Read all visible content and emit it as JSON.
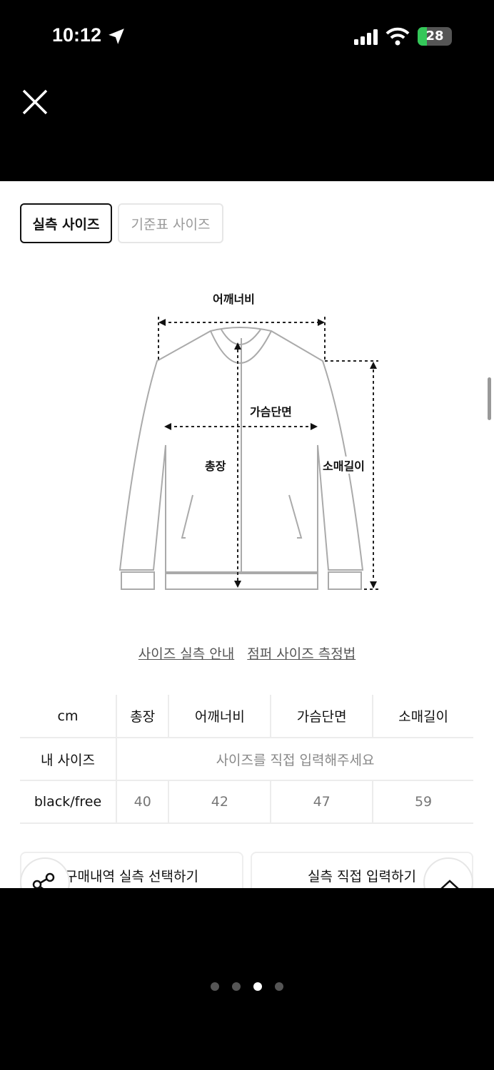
{
  "status_bar": {
    "time": "10:12",
    "battery": "28",
    "battery_level": 28
  },
  "tabs": [
    {
      "label": "실측 사이즈",
      "active": true
    },
    {
      "label": "기준표 사이즈",
      "active": false
    }
  ],
  "diagram": {
    "shoulder": "어깨너비",
    "chest": "가슴단면",
    "length": "총장",
    "sleeve": "소매길이"
  },
  "links": [
    "사이즈 실측 안내",
    "점퍼 사이즈 측정법"
  ],
  "table": {
    "headers": [
      "cm",
      "총장",
      "어깨너비",
      "가슴단면",
      "소매길이"
    ],
    "my_size_label": "내 사이즈",
    "my_size_placeholder": "사이즈를 직접 입력해주세요",
    "rows": [
      {
        "name": "black/free",
        "values": [
          "40",
          "42",
          "47",
          "59"
        ]
      }
    ]
  },
  "buttons": {
    "history": "구매내역 실측 선택하기",
    "direct": "실측 직접 입력하기"
  },
  "pager": {
    "count": 4,
    "active": 3
  }
}
